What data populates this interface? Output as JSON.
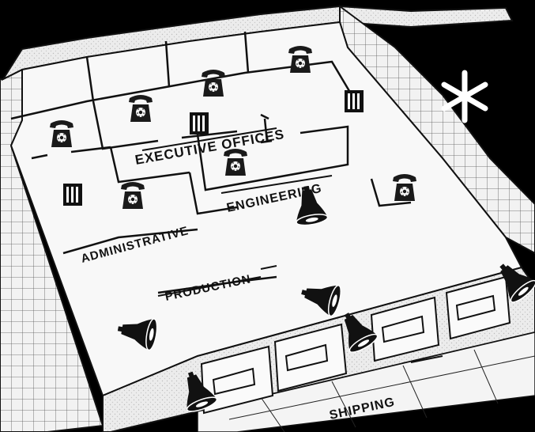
{
  "floor_plan": {
    "labels": {
      "executive": "EXECUTIVE OFFICES",
      "engineering": "ENGINEERING",
      "administrative": "ADMINISTRATIVE",
      "production": "PRODUCTION",
      "shipping": "SHIPPING"
    },
    "icons": {
      "telephone": "telephone-icon",
      "speaker": "speaker-icon",
      "intercom": "intercom-box-icon",
      "burst": "asterisk-burst-icon"
    },
    "colors": {
      "background": "#000000",
      "floor": "#f7f7f7",
      "wall": "#e6e6e6",
      "ink": "#111111"
    }
  }
}
